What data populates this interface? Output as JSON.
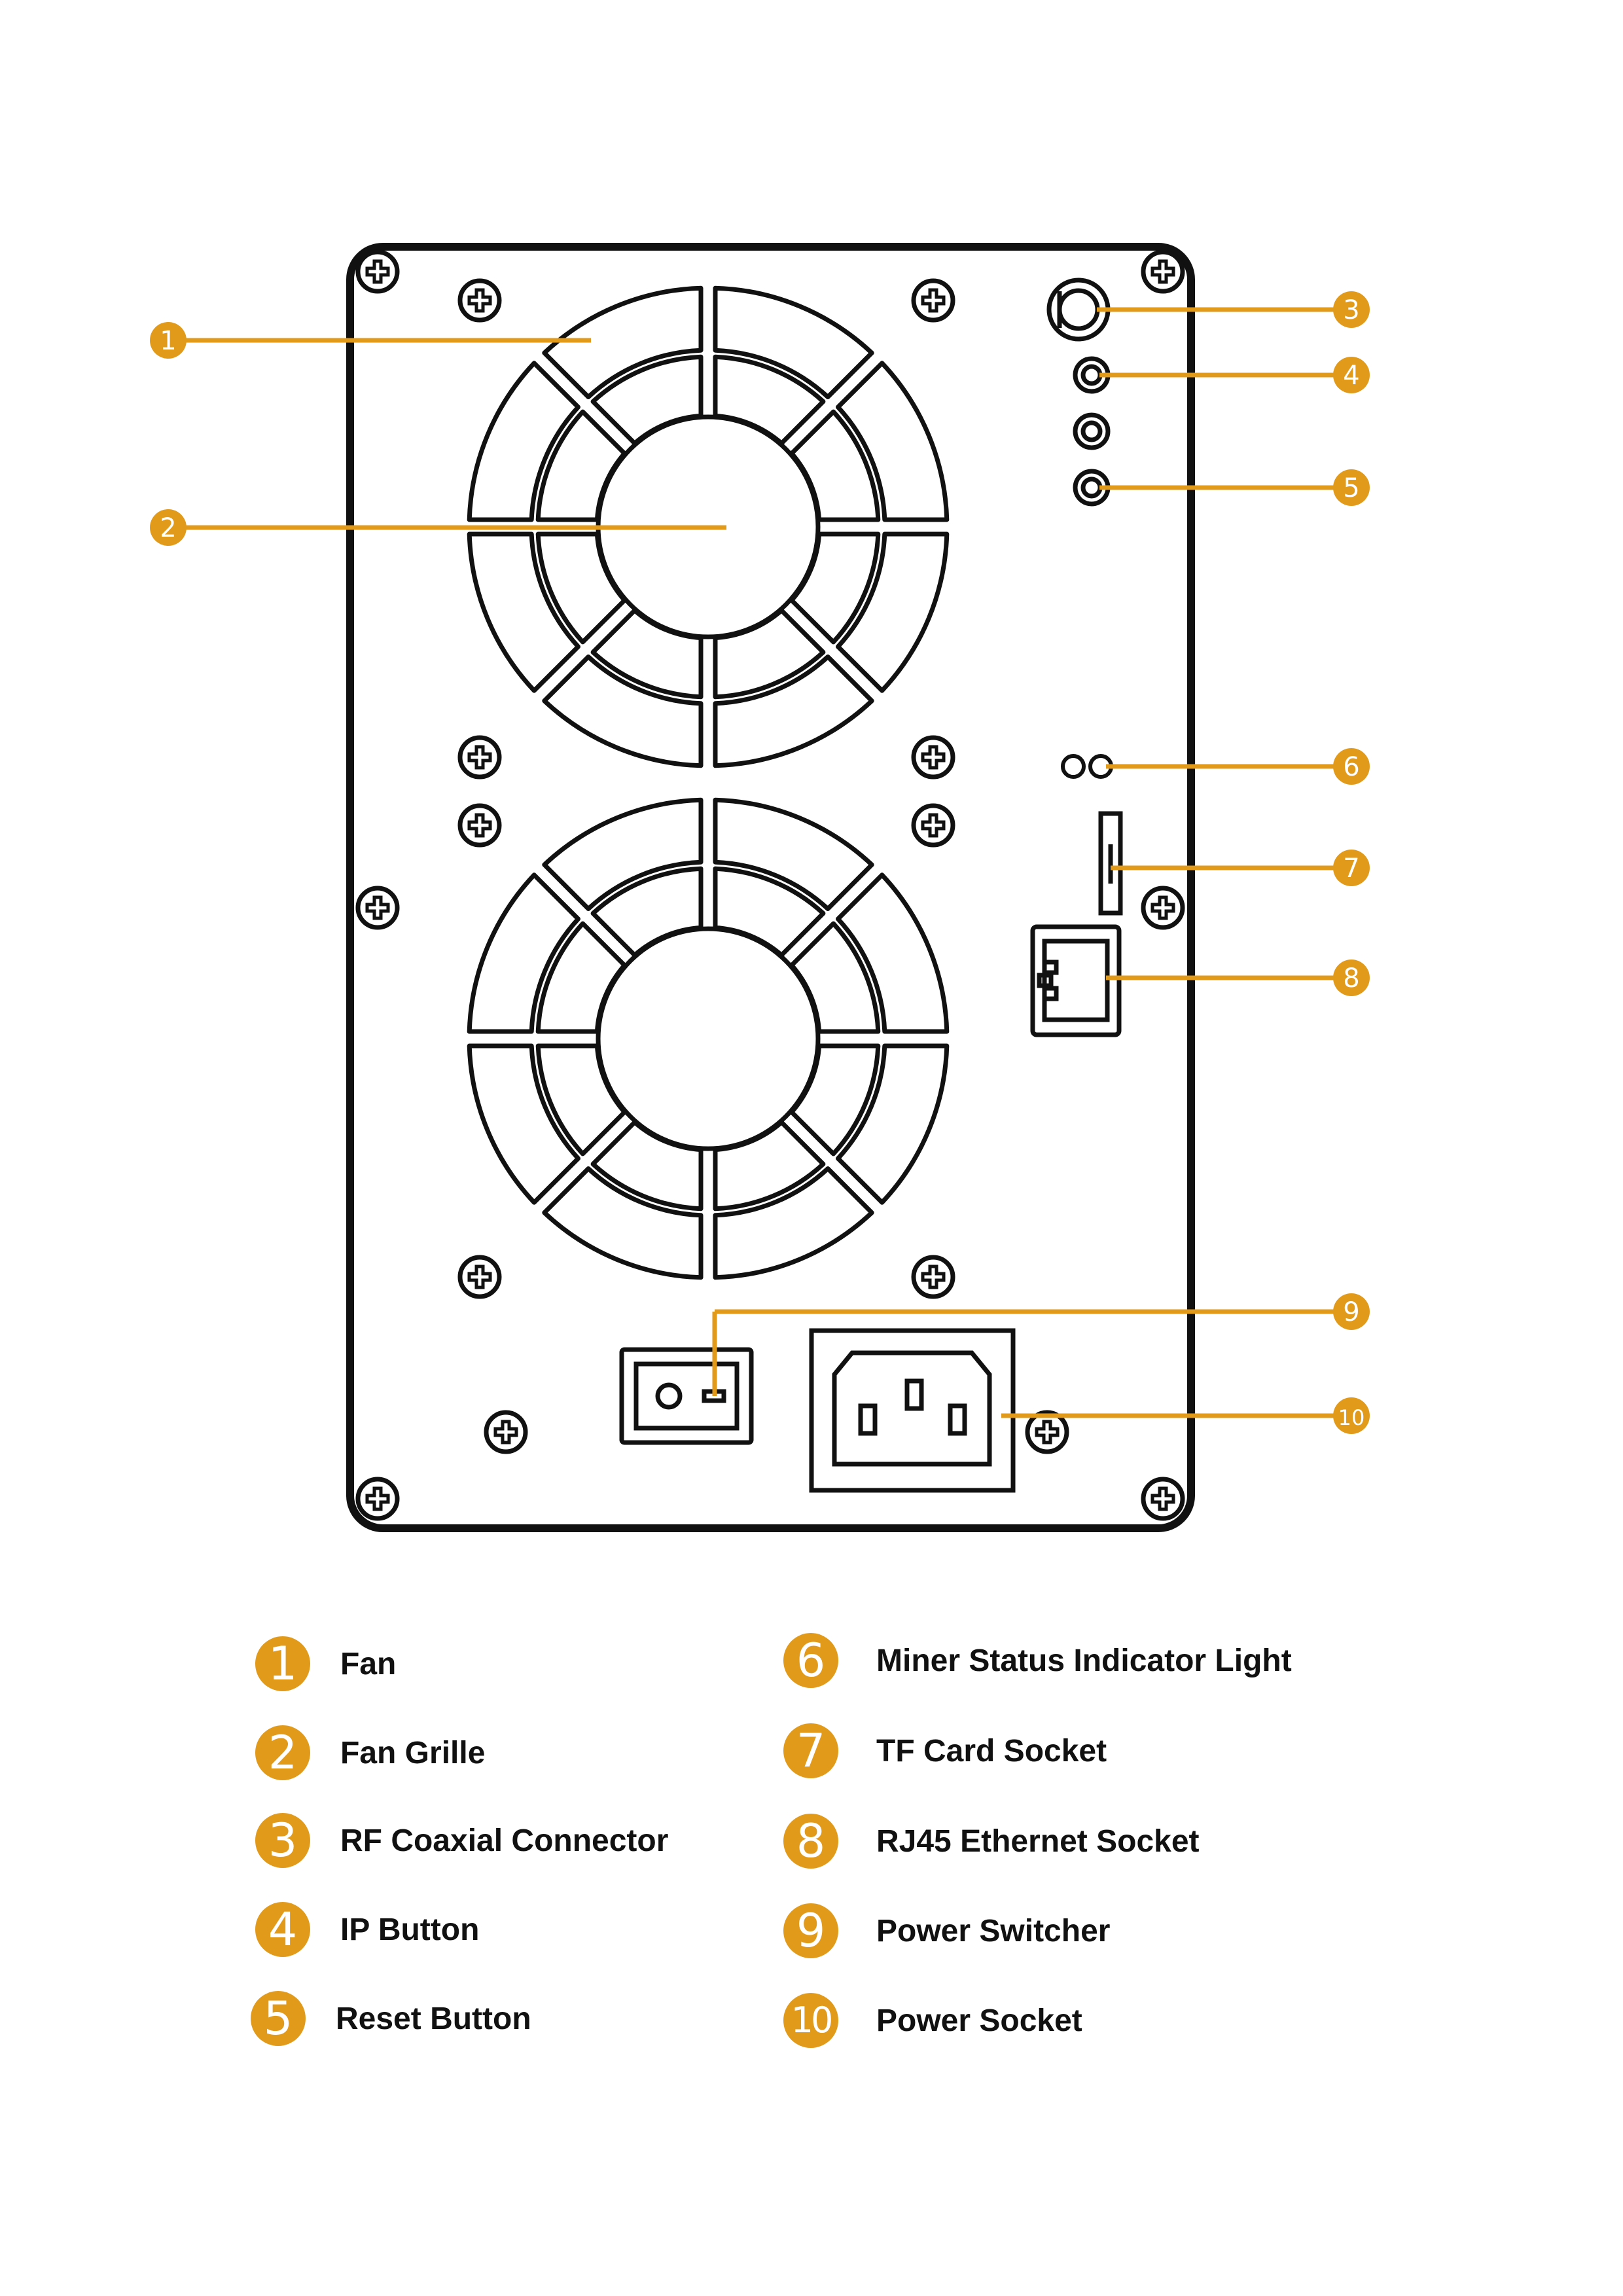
{
  "accent_color": "#E29A1B",
  "line_color": "#111111",
  "callouts": [
    {
      "number": "1"
    },
    {
      "number": "2"
    },
    {
      "number": "3"
    },
    {
      "number": "4"
    },
    {
      "number": "5"
    },
    {
      "number": "6"
    },
    {
      "number": "7"
    },
    {
      "number": "8"
    },
    {
      "number": "9"
    },
    {
      "number": "10"
    }
  ],
  "legend": [
    {
      "number": "1",
      "label": "Fan"
    },
    {
      "number": "2",
      "label": "Fan Grille"
    },
    {
      "number": "3",
      "label": "RF Coaxial Connector"
    },
    {
      "number": "4",
      "label": "IP Button"
    },
    {
      "number": "5",
      "label": "Reset Button"
    },
    {
      "number": "6",
      "label": "Miner Status Indicator Light"
    },
    {
      "number": "7",
      "label": "TF Card Socket"
    },
    {
      "number": "8",
      "label": "RJ45 Ethernet Socket"
    },
    {
      "number": "9",
      "label": "Power Switcher"
    },
    {
      "number": "10",
      "label": "Power Socket"
    }
  ]
}
